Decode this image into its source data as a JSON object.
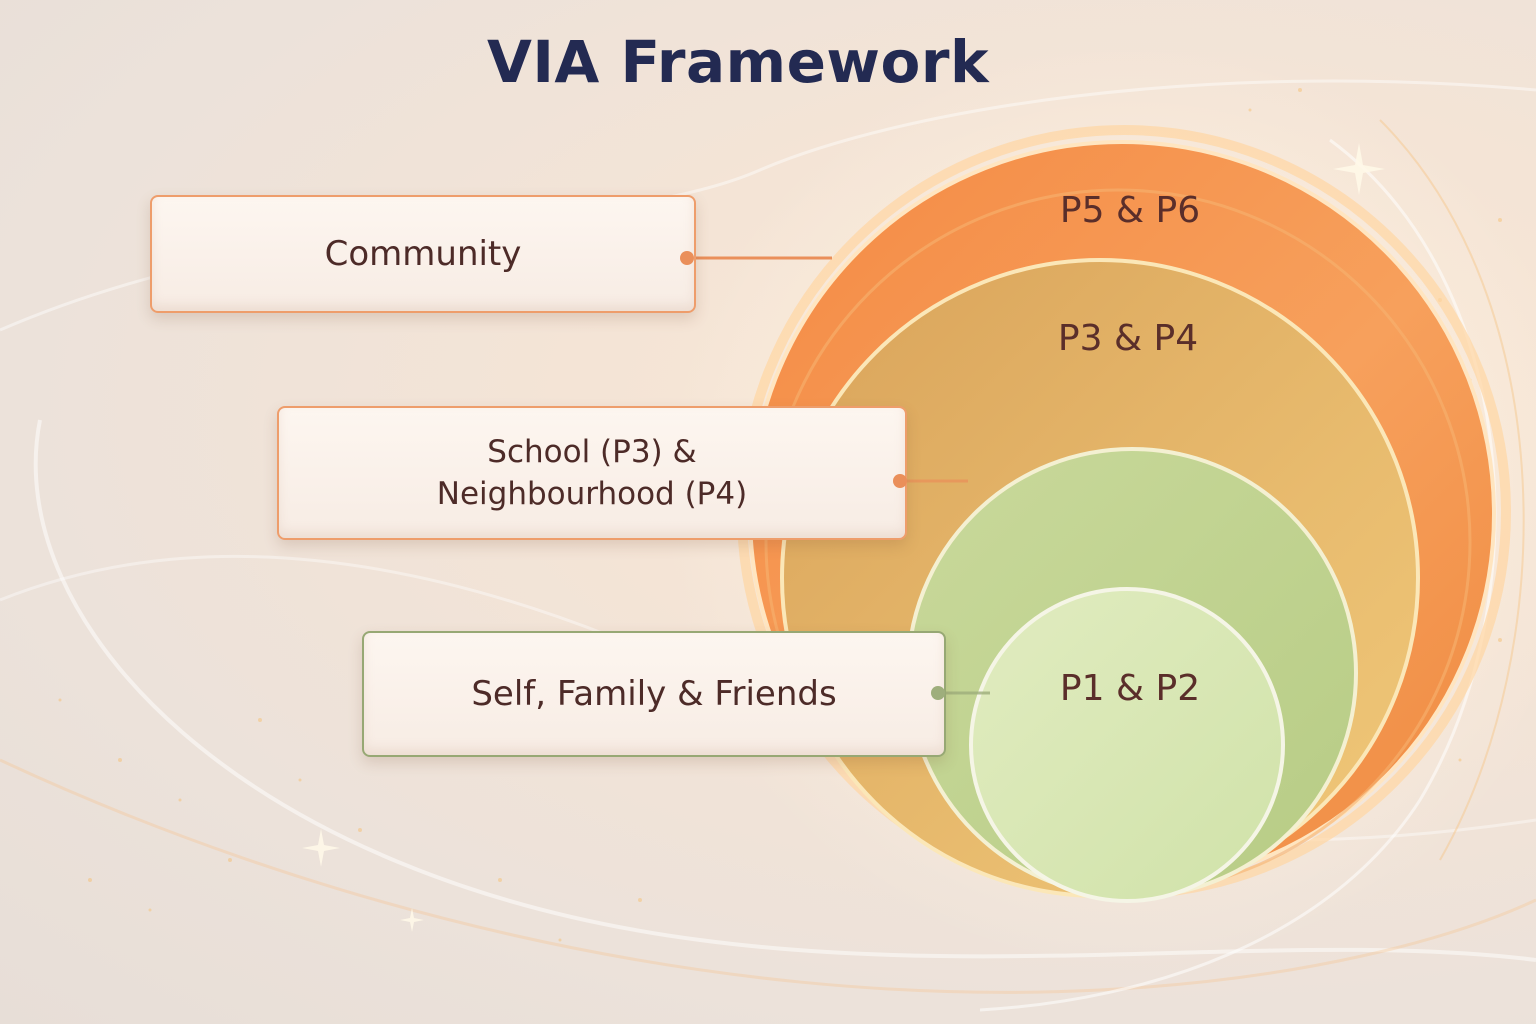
{
  "title": "VIA Framework",
  "rings": [
    {
      "label": "P5 & P6",
      "color": "#f09050"
    },
    {
      "label": "P3 & P4",
      "color": "#e1ad62"
    },
    {
      "label": "P1 & P2",
      "color": "#cfe0a8"
    }
  ],
  "boxes": [
    {
      "text": "Community",
      "border_color": "#ee9d6b"
    },
    {
      "line1": "School (P3) &",
      "line2": "Neighbourhood (P4)",
      "border_color": "#ee9d6b"
    },
    {
      "text": "Self, Family & Friends",
      "border_color": "#97a874"
    }
  ],
  "colors": {
    "title": "#232a52",
    "label_text": "#5a2e2a",
    "connector_orange": "#ea8f5a",
    "connector_green": "#9eae7c"
  }
}
